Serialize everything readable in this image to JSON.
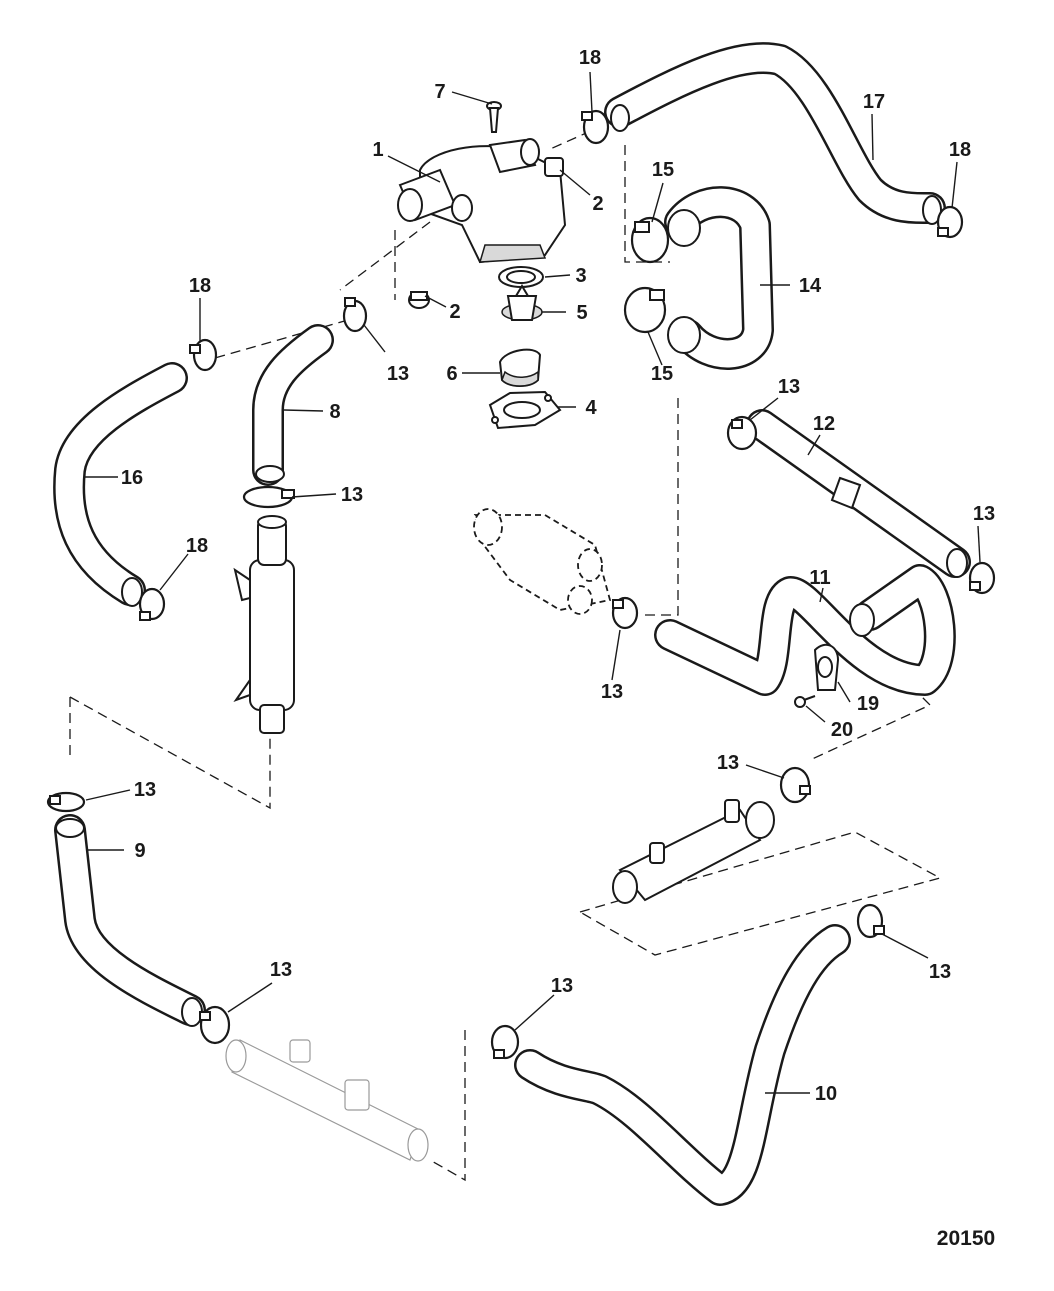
{
  "diagram": {
    "figure_number": "20150",
    "callouts": {
      "c1": "1",
      "c2a": "2",
      "c2b": "2",
      "c3": "3",
      "c4": "4",
      "c5": "5",
      "c6": "6",
      "c7": "7",
      "c8": "8",
      "c9": "9",
      "c10": "10",
      "c11": "11",
      "c12": "12",
      "c13a": "13",
      "c13b": "13",
      "c13c": "13",
      "c13d": "13",
      "c13e": "13",
      "c13f": "13",
      "c13g": "13",
      "c13h": "13",
      "c13i": "13",
      "c13j": "13",
      "c14": "14",
      "c15a": "15",
      "c15b": "15",
      "c16": "16",
      "c17": "17",
      "c18a": "18",
      "c18b": "18",
      "c18c": "18",
      "c18d": "18",
      "c19": "19",
      "c20": "20"
    }
  }
}
